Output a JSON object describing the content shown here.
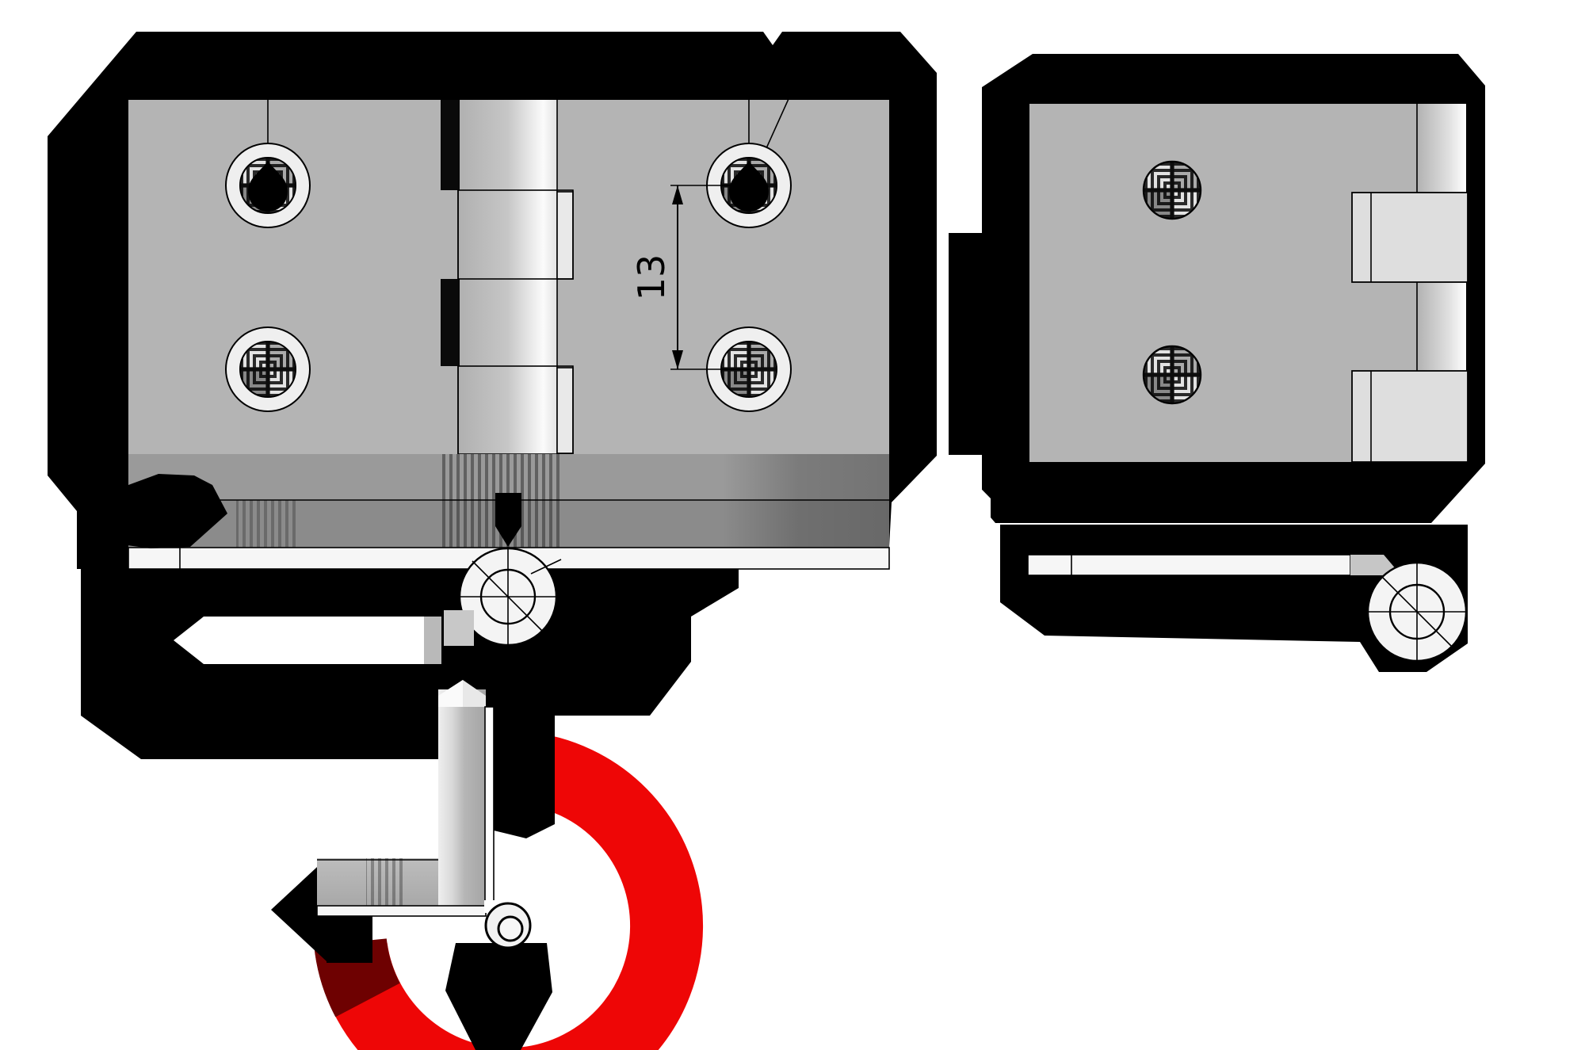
{
  "drawing": {
    "type": "technical-drawing",
    "subject": "surface-mounted hinge - orthographic views with opening-direction arrow",
    "dimension": {
      "label": "13"
    },
    "views": {
      "front_open": "open hinge front view with four countersunk screw holes",
      "top_open": "open hinge edge view with pin circle",
      "bottom_profile": "thick-stroke bottom profile view with leaf slot",
      "front_closed": "closed hinge front view with two screw holes",
      "top_closed": "closed hinge edge view with pin circle",
      "folded_profile": "folded L-profile view with pin curl",
      "rotation_arrow": "red 270-degree opening rotation arrow"
    }
  },
  "colors": {
    "red": "#ee0606",
    "dark_red": "#6e0101",
    "black": "#000000",
    "plate_grey": "#b4b4b4",
    "band_grey_1": "#9a9a9a",
    "band_grey_2": "#8b8b8b",
    "strip_white": "#f6f6f6",
    "background": "#ffffff"
  }
}
